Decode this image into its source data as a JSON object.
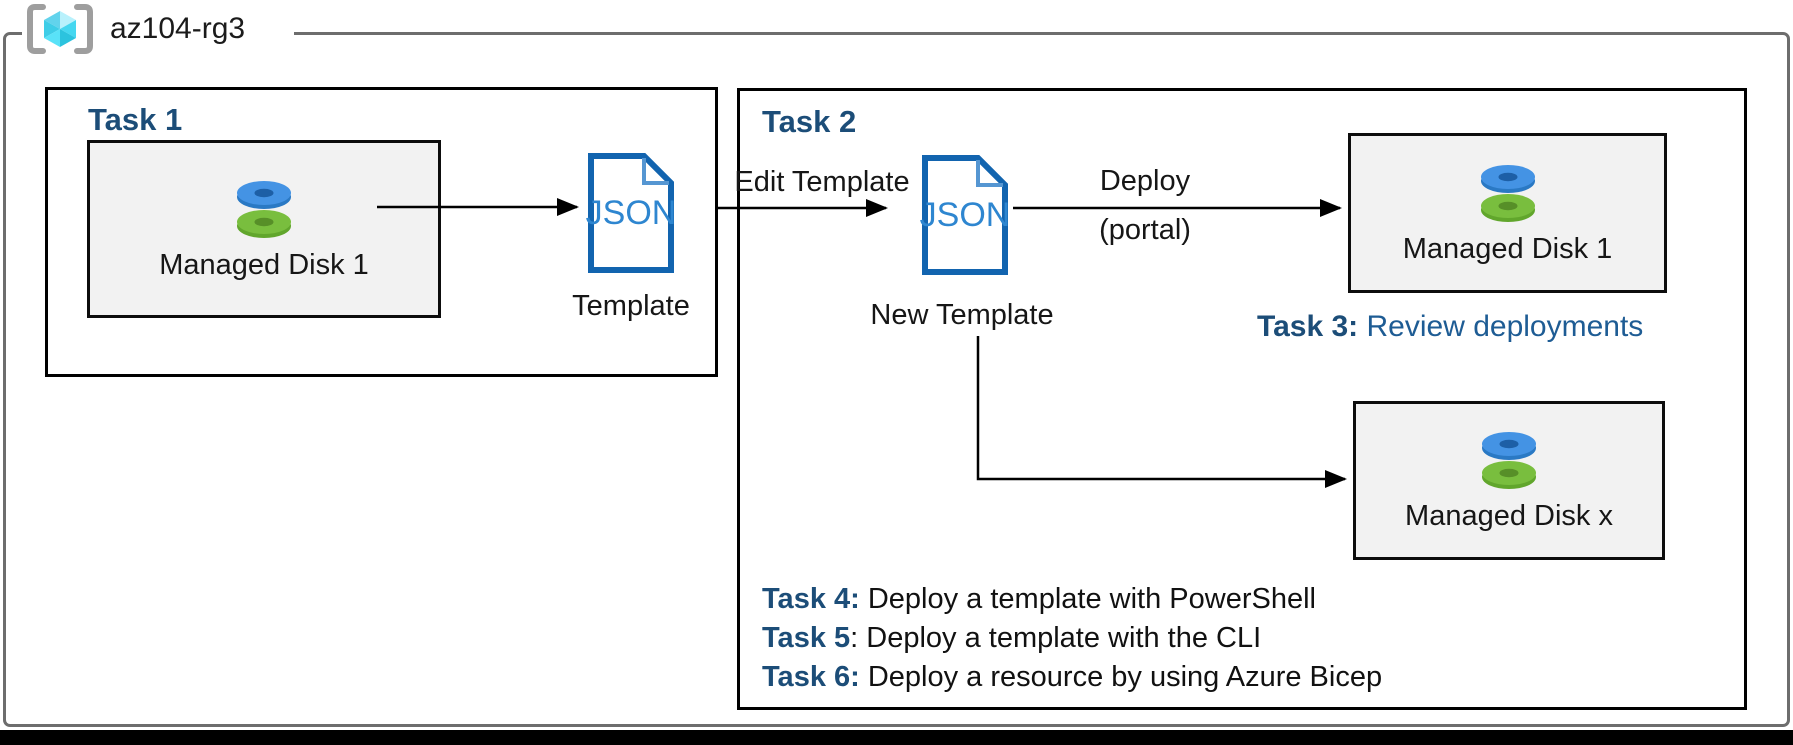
{
  "resource_group": {
    "name": "az104-rg3"
  },
  "task1": {
    "title": "Task 1",
    "disk_box": {
      "label": "Managed Disk 1"
    },
    "template": {
      "doc_label": "JSON",
      "caption": "Template"
    }
  },
  "task2": {
    "title": "Task 2",
    "edit_arrow_label": "Edit Template",
    "new_template": {
      "doc_label": "JSON",
      "caption": "New Template"
    },
    "deploy_label_line1": "Deploy",
    "deploy_label_line2": "(portal)",
    "disk_box_portal": {
      "label": "Managed Disk 1"
    },
    "disk_box_x": {
      "label": "Managed Disk x"
    },
    "task3": {
      "bold": "Task 3:",
      "text": " Review deployments"
    },
    "tasks": [
      {
        "bold": "Task 4:",
        "text": " Deploy a template with PowerShell"
      },
      {
        "bold": "Task 5",
        "text": ": Deploy a template with the CLI"
      },
      {
        "bold": "Task 6:",
        "text": " Deploy a resource by using Azure Bicep"
      }
    ]
  },
  "colors": {
    "heading_blue": "#1c4d78",
    "text_blue": "#1e5c94",
    "doc_border_blue": "#1264af",
    "doc_text_blue": "#2e86d0",
    "disk_blue": "#4493e4",
    "disk_green": "#79be3e",
    "box_background": "#f2f2f2",
    "outer_border_gray": "#6d6d6d"
  }
}
